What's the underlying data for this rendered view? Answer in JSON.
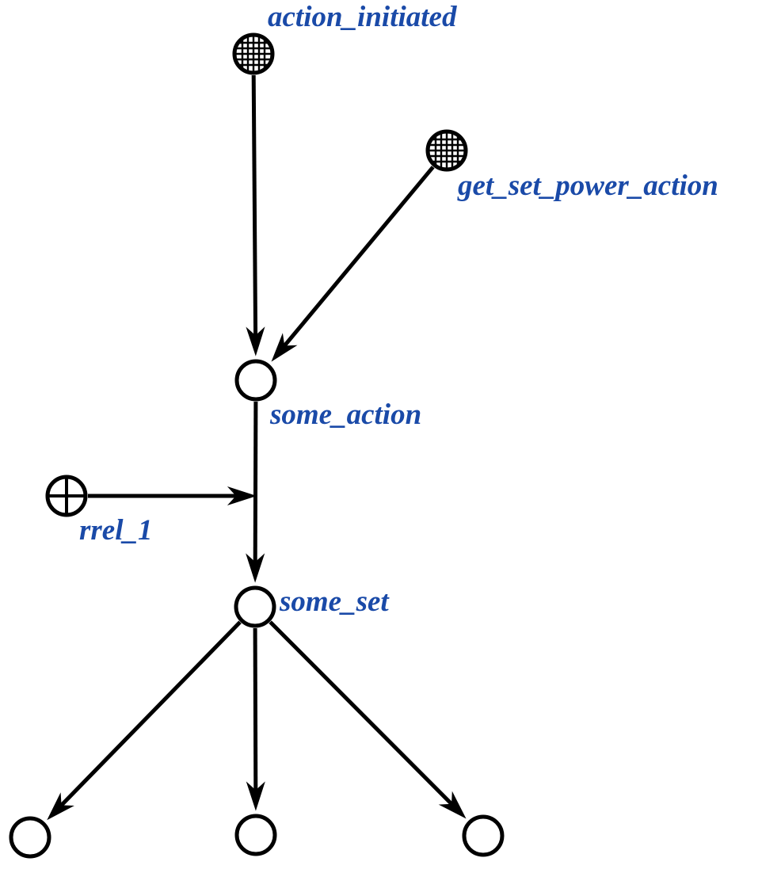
{
  "diagram": {
    "colors": {
      "label": "#1a4aa8",
      "stroke": "#000000",
      "background": "#ffffff"
    },
    "nodes": [
      {
        "id": "action_initiated",
        "label": "action_initiated",
        "kind": "class-grid"
      },
      {
        "id": "get_set_power_action",
        "label": "get_set_power_action",
        "kind": "class-grid"
      },
      {
        "id": "some_action",
        "label": "some_action",
        "kind": "plain"
      },
      {
        "id": "rrel_1",
        "label": "rrel_1",
        "kind": "role-cross"
      },
      {
        "id": "some_set",
        "label": "some_set",
        "kind": "plain"
      },
      {
        "id": "element_left",
        "label": "",
        "kind": "plain"
      },
      {
        "id": "element_middle",
        "label": "",
        "kind": "plain"
      },
      {
        "id": "element_right",
        "label": "",
        "kind": "plain"
      }
    ],
    "edges": [
      {
        "from": "action_initiated",
        "to": "some_action"
      },
      {
        "from": "get_set_power_action",
        "to": "some_action"
      },
      {
        "from": "some_action",
        "to": "some_set"
      },
      {
        "from": "rrel_1",
        "to": "edge:some_action->some_set"
      },
      {
        "from": "some_set",
        "to": "element_left"
      },
      {
        "from": "some_set",
        "to": "element_middle"
      },
      {
        "from": "some_set",
        "to": "element_right"
      }
    ]
  }
}
